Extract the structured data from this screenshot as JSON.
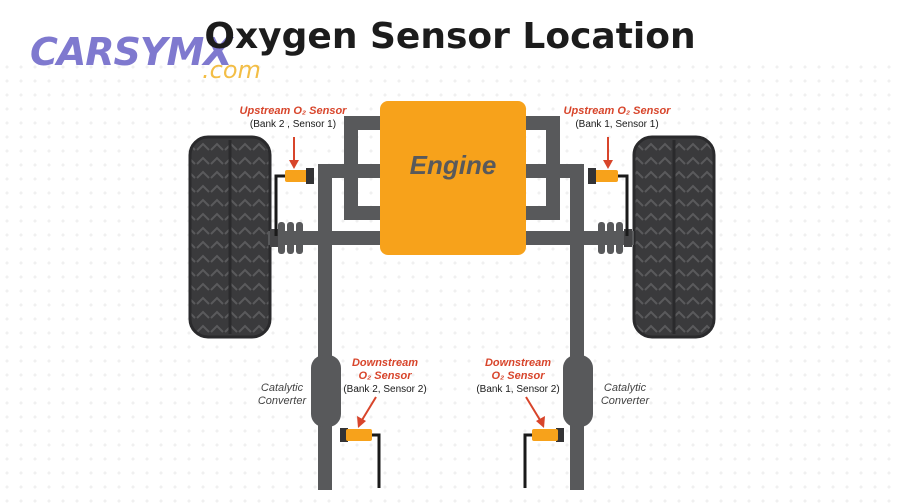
{
  "title": "Oxygen Sensor Location",
  "watermark": {
    "main": "CARSYMX",
    "sub": ".com"
  },
  "engine": {
    "label": "Engine"
  },
  "sensors": {
    "upstream_left": {
      "name": "Upstream O₂ Sensor",
      "detail": "(Bank 2 , Sensor 1)"
    },
    "upstream_right": {
      "name": "Upstream O₂ Sensor",
      "detail": "(Bank 1, Sensor 1)"
    },
    "downstream_left": {
      "name_line1": "Downstream",
      "name_line2": "O₂ Sensor",
      "detail": "(Bank 2, Sensor 2)"
    },
    "downstream_right": {
      "name_line1": "Downstream",
      "name_line2": "O₂ Sensor",
      "detail": "(Bank 1, Sensor 2)"
    }
  },
  "converters": {
    "left": {
      "line1": "Catalytic",
      "line2": "Converter"
    },
    "right": {
      "line1": "Catalytic",
      "line2": "Converter"
    }
  },
  "colors": {
    "engine": "#f7a21b",
    "pipe": "#58595b",
    "tire": "#3a3a3c",
    "sensor": "#f7a21b",
    "callout": "#d8452b"
  }
}
